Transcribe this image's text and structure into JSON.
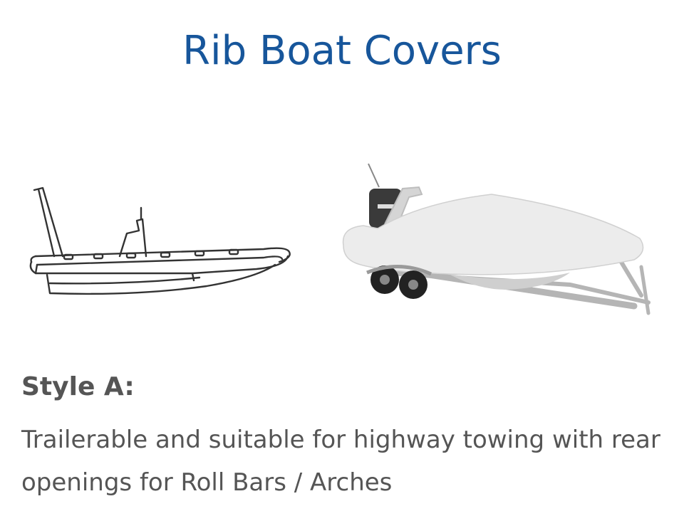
{
  "page": {
    "title": "Rib Boat Covers"
  },
  "colors": {
    "title": "#17569b",
    "body_text": "#555555",
    "line_art": "#333333",
    "cover": "#e9e9e9",
    "trailer": "#b5b5b5"
  },
  "illustrations": {
    "line_drawing": "rib-boat-line-drawing-icon",
    "photo": "covered-rib-boat-on-trailer-icon"
  },
  "style": {
    "heading": "Style A:",
    "description": "Trailerable and suitable for highway towing with rear openings for Roll Bars / Arches"
  }
}
